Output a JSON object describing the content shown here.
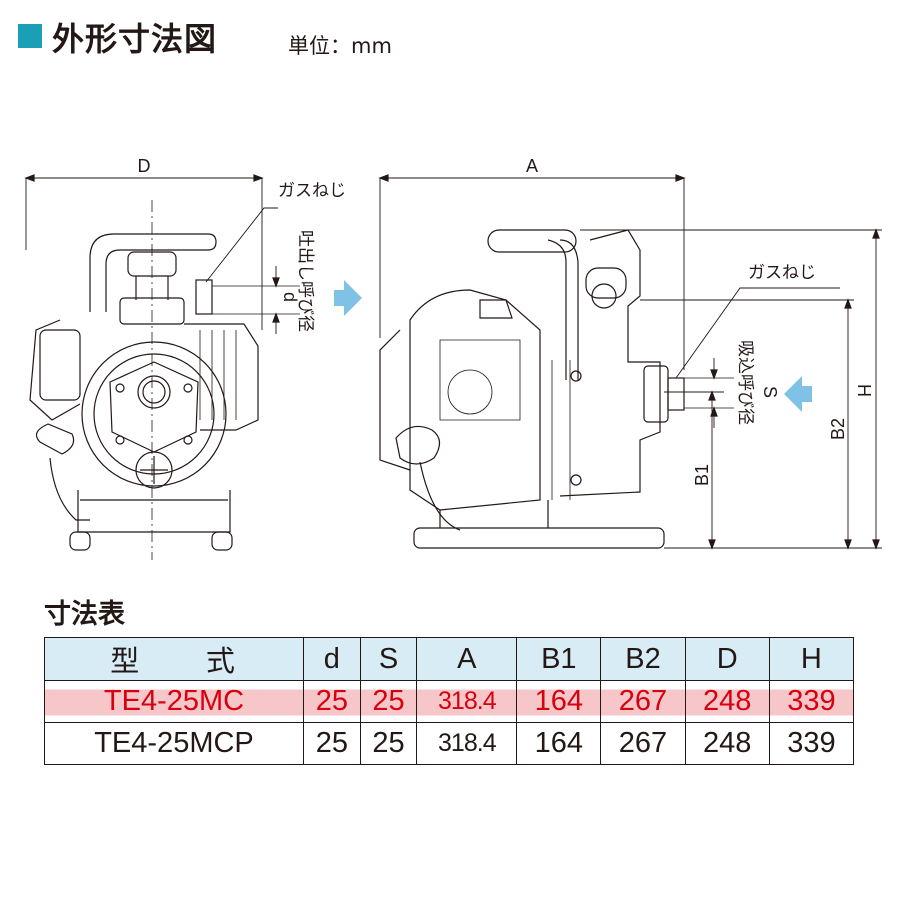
{
  "header": {
    "title": "外形寸法図",
    "unit": "単位：mm"
  },
  "drawing": {
    "front_view": {
      "dim_D": "D",
      "gas_thread": "ガスねじ",
      "discharge_label": "吐出し呼び径",
      "discharge_symbol": "d"
    },
    "side_view": {
      "dim_A": "A",
      "gas_thread": "ガスねじ",
      "suction_label": "吸込呼び径",
      "suction_symbol": "S",
      "dim_H": "H",
      "dim_B1": "B1",
      "dim_B2": "B2"
    },
    "colors": {
      "accent": "#1a9fb5",
      "arrow": "#7fc2e6",
      "highlight": "#f7c6c9",
      "highlight_text": "#d6000f"
    }
  },
  "table": {
    "title": "寸法表",
    "headers": [
      "型　　式",
      "d",
      "S",
      "A",
      "B1",
      "B2",
      "D",
      "H"
    ],
    "rows": [
      [
        "TE4-25MC",
        "25",
        "25",
        "318.4",
        "164",
        "267",
        "248",
        "339"
      ],
      [
        "TE4-25MCP",
        "25",
        "25",
        "318.4",
        "164",
        "267",
        "248",
        "339"
      ]
    ],
    "highlighted_row": 0
  }
}
